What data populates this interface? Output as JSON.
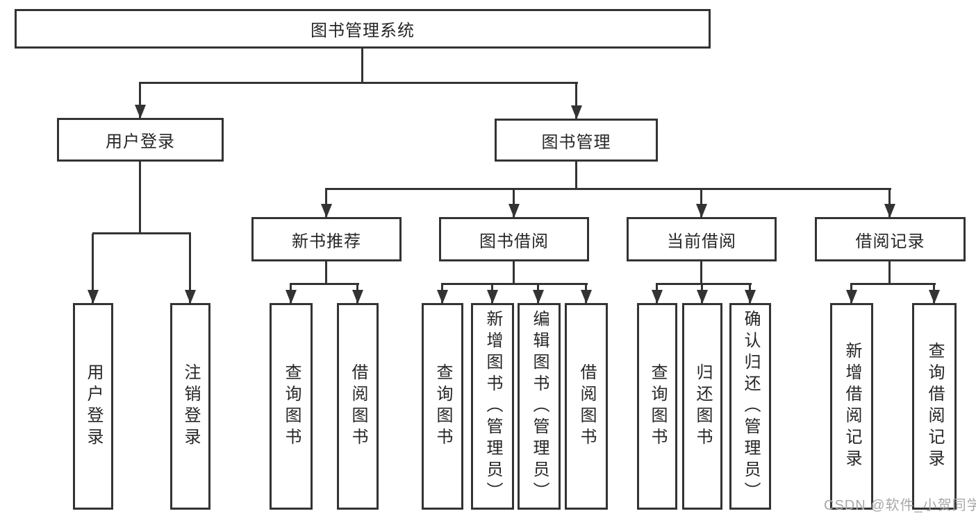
{
  "tree": {
    "root": "图书管理系统",
    "user": {
      "label": "用户登录",
      "children": [
        "用户登录",
        "注销登录"
      ]
    },
    "mgmt": {
      "label": "图书管理",
      "groups": [
        {
          "label": "新书推荐",
          "children": [
            "查询图书",
            "借阅图书"
          ]
        },
        {
          "label": "图书借阅",
          "children": [
            "查询图书",
            "新增图书（管理员）",
            "编辑图书（管理员）",
            "借阅图书"
          ]
        },
        {
          "label": "当前借阅",
          "children": [
            "查询图书",
            "归还图书",
            "确认归还（管理员）"
          ]
        },
        {
          "label": "借阅记录",
          "children": [
            "新增借阅记录",
            "查询借阅记录"
          ]
        }
      ]
    }
  },
  "watermark": "CSDN @软件_小贺同学",
  "colors": {
    "line": "#333333",
    "text": "#262626",
    "watermark": "#a8a8a8",
    "background": "#ffffff"
  }
}
